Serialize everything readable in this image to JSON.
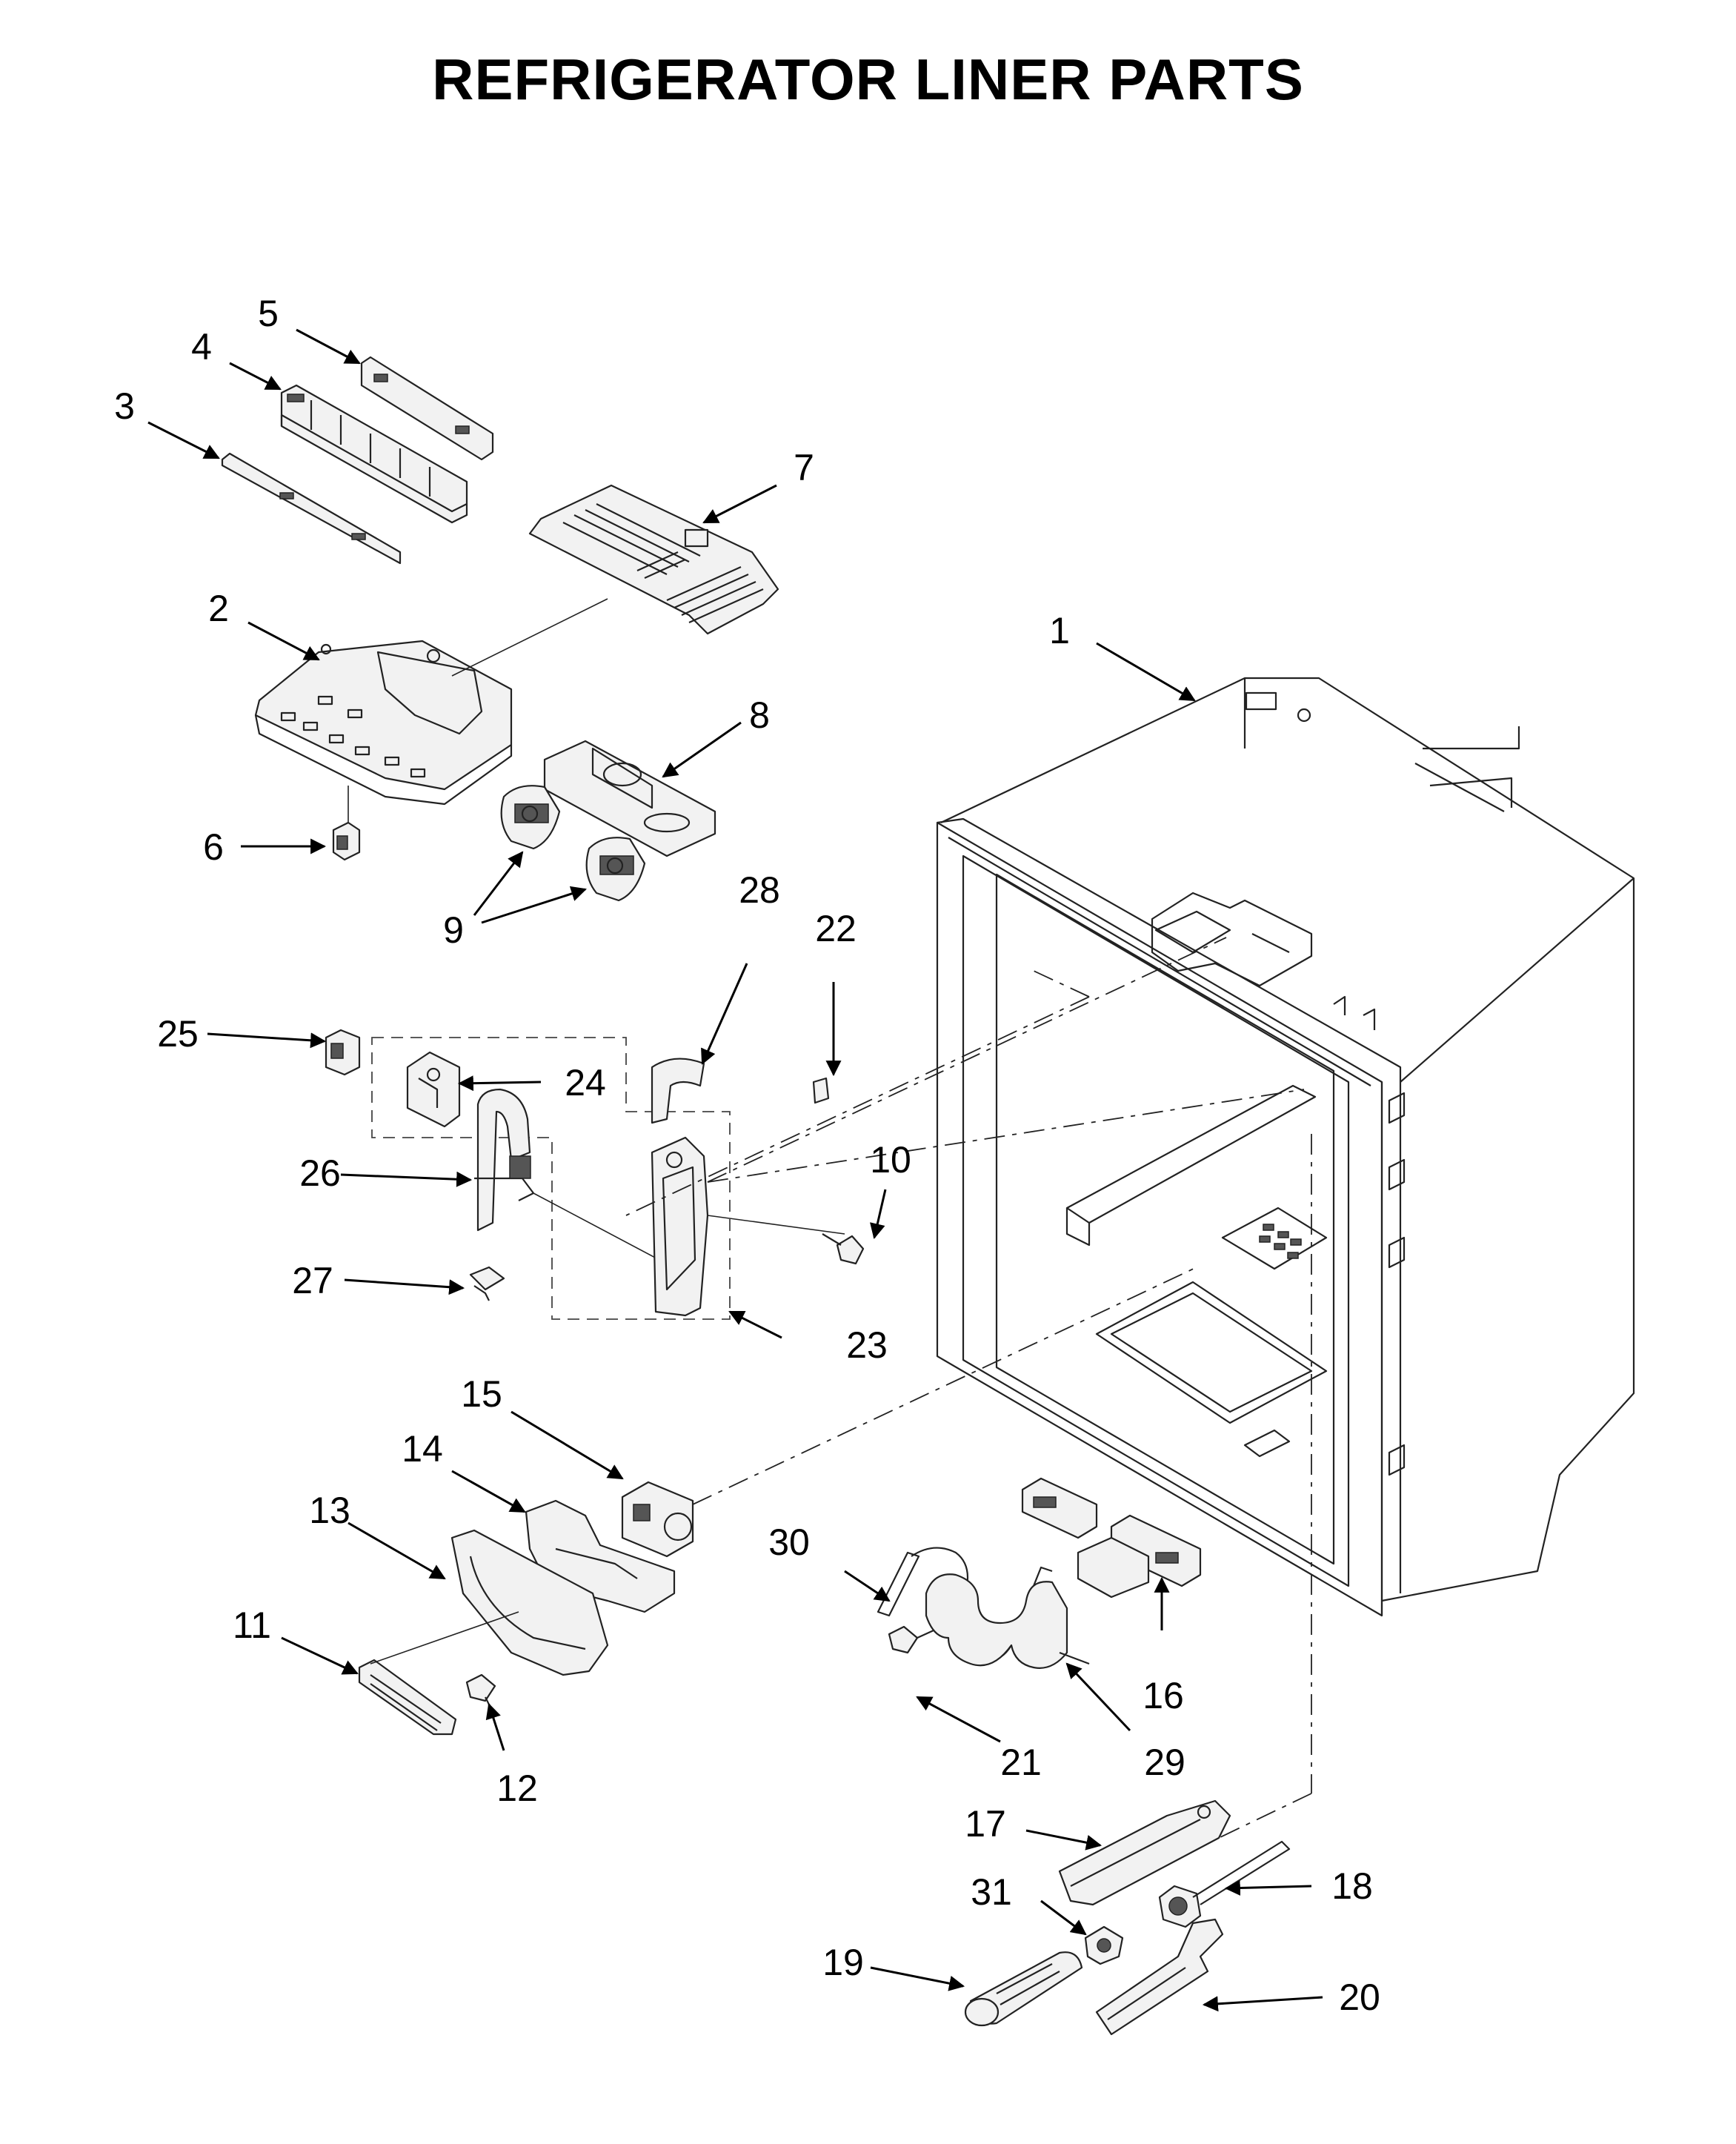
{
  "title": "REFRIGERATOR LINER PARTS",
  "callouts": [
    "1",
    "2",
    "3",
    "4",
    "5",
    "6",
    "7",
    "8",
    "9",
    "10",
    "11",
    "12",
    "13",
    "14",
    "15",
    "16",
    "17",
    "18",
    "19",
    "20",
    "21",
    "22",
    "23",
    "24",
    "25",
    "26",
    "27",
    "28",
    "29",
    "30",
    "31"
  ]
}
